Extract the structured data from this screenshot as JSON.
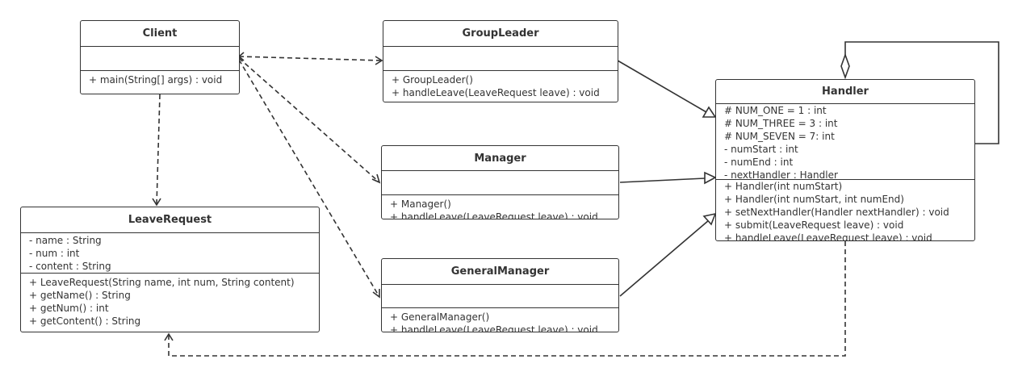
{
  "classes": {
    "client": {
      "name": "Client",
      "attributes": [],
      "operations": [
        "+ main(String[] args) : void"
      ]
    },
    "group_leader": {
      "name": "GroupLeader",
      "attributes": [],
      "operations": [
        "+ GroupLeader()",
        "+ handleLeave(LeaveRequest leave) : void"
      ]
    },
    "manager": {
      "name": "Manager",
      "attributes": [],
      "operations": [
        "+ Manager()",
        "+ handleLeave(LeaveRequest leave) : void"
      ]
    },
    "general_manager": {
      "name": "GeneralManager",
      "attributes": [],
      "operations": [
        "+ GeneralManager()",
        "+ handleLeave(LeaveRequest leave) : void"
      ]
    },
    "leave_request": {
      "name": "LeaveRequest",
      "attributes": [
        "- name : String",
        "- num : int",
        "- content : String"
      ],
      "operations": [
        "+ LeaveRequest(String name, int num, String content)",
        "+ getName() : String",
        "+ getNum() : int",
        "+ getContent() : String"
      ]
    },
    "handler": {
      "name": "Handler",
      "attributes": [
        "# NUM_ONE = 1 :   int",
        "# NUM_THREE = 3 :   int",
        "# NUM_SEVEN = 7:   int",
        "- numStart :   int",
        "- numEnd :   int",
        "- nextHandler :   Handler"
      ],
      "operations": [
        "+ Handler(int numStart)",
        "+ Handler(int numStart, int numEnd)",
        "+ setNextHandler(Handler nextHandler) :   void",
        "+ submit(LeaveRequest leave) :   void",
        "+ handleLeave(LeaveRequest leave) :   void"
      ]
    }
  },
  "relationships": [
    {
      "type": "dependency",
      "from": "client",
      "to": "group_leader"
    },
    {
      "type": "dependency",
      "from": "client",
      "to": "manager"
    },
    {
      "type": "dependency",
      "from": "client",
      "to": "general_manager"
    },
    {
      "type": "dependency",
      "from": "client",
      "to": "leave_request"
    },
    {
      "type": "dependency",
      "from": "handler",
      "to": "leave_request"
    },
    {
      "type": "generalization",
      "from": "group_leader",
      "to": "handler"
    },
    {
      "type": "generalization",
      "from": "manager",
      "to": "handler"
    },
    {
      "type": "generalization",
      "from": "general_manager",
      "to": "handler"
    },
    {
      "type": "aggregation",
      "from": "handler",
      "to": "handler"
    }
  ],
  "colors": {
    "stroke": "#333333",
    "background": "#ffffff"
  }
}
